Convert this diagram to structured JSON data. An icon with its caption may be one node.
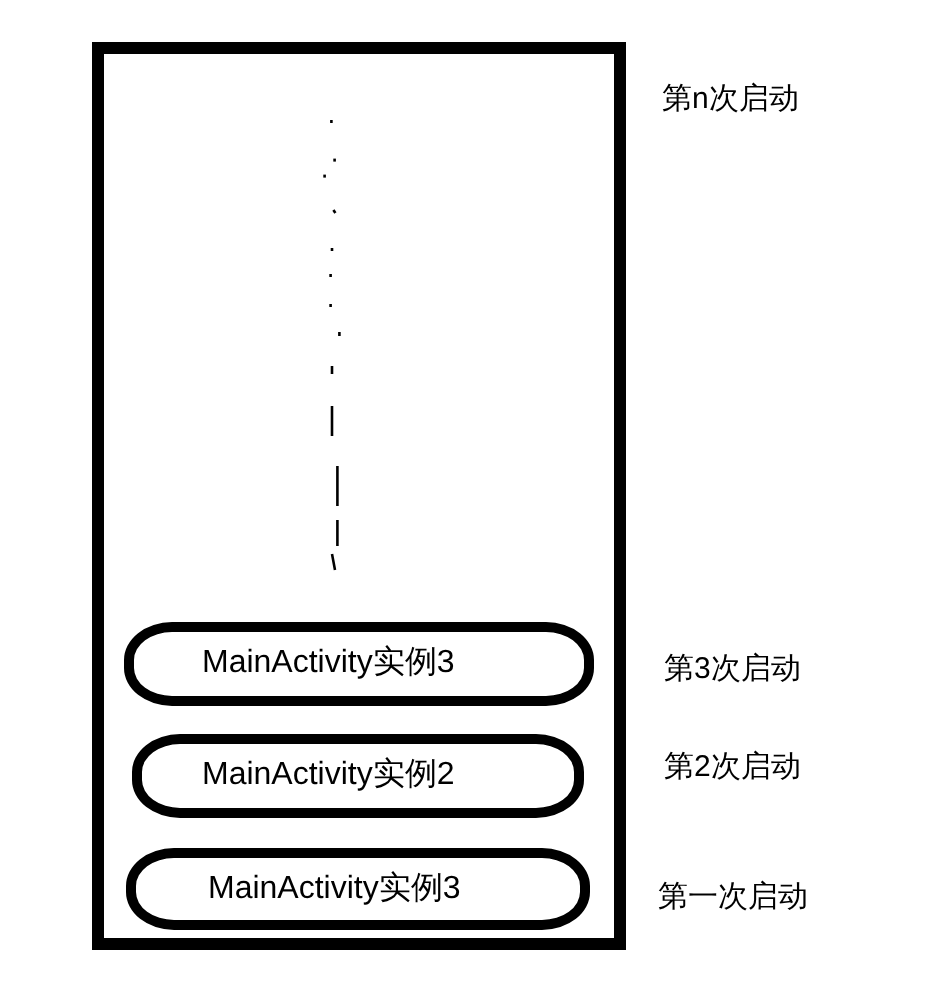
{
  "diagram": {
    "nodes": [
      {
        "text": [],
        "shape": "box"
      },
      {
        "text": [
          "MainActivity实例3"
        ],
        "in": 0,
        "beside": [
          "第3次启动"
        ]
      },
      {
        "text": [
          "MainActivity实例2"
        ],
        "in": 0,
        "beside": [
          "第2次启动"
        ]
      },
      {
        "text": [
          "MainActivity实例3"
        ],
        "in": 0,
        "beside": [
          "第一次启动"
        ]
      }
    ],
    "labels": [
      "第n次启动"
    ]
  }
}
